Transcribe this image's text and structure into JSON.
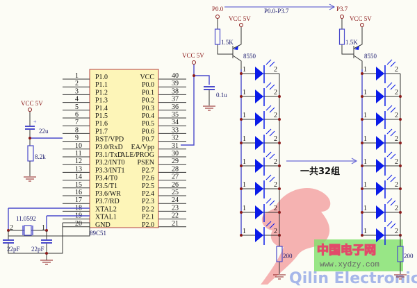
{
  "chip": {
    "name": "89C51",
    "left_pins": [
      {
        "num": "1",
        "label": "P1.0"
      },
      {
        "num": "2",
        "label": "P1.1"
      },
      {
        "num": "3",
        "label": "P1.2"
      },
      {
        "num": "4",
        "label": "P1.3"
      },
      {
        "num": "5",
        "label": "P1.4"
      },
      {
        "num": "6",
        "label": "P1.5"
      },
      {
        "num": "7",
        "label": "P1.6"
      },
      {
        "num": "8",
        "label": "P1.7"
      },
      {
        "num": "9",
        "label": "RST/VPD"
      },
      {
        "num": "10",
        "label": "P3.0/RxD"
      },
      {
        "num": "11",
        "label": "P3.1/TxD"
      },
      {
        "num": "12",
        "label": "P3.2/INT0"
      },
      {
        "num": "13",
        "label": "P3.3/INT1"
      },
      {
        "num": "14",
        "label": "P3.4/T0"
      },
      {
        "num": "15",
        "label": "P3.5/T1"
      },
      {
        "num": "16",
        "label": "P3.6/WR"
      },
      {
        "num": "17",
        "label": "P3.7/RD"
      },
      {
        "num": "18",
        "label": "XTAL2"
      },
      {
        "num": "19",
        "label": "XTAL1"
      },
      {
        "num": "20",
        "label": "GND"
      }
    ],
    "right_pins": [
      {
        "num": "40",
        "label": "VCC"
      },
      {
        "num": "39",
        "label": "P0.0"
      },
      {
        "num": "38",
        "label": "P0.1"
      },
      {
        "num": "37",
        "label": "P0.2"
      },
      {
        "num": "36",
        "label": "P0.3"
      },
      {
        "num": "35",
        "label": "P0.4"
      },
      {
        "num": "34",
        "label": "P0.5"
      },
      {
        "num": "33",
        "label": "P0.6"
      },
      {
        "num": "32",
        "label": "P0.7"
      },
      {
        "num": "31",
        "label": "EA/Vpp"
      },
      {
        "num": "30",
        "label": "ALE/PROG"
      },
      {
        "num": "29",
        "label": "PSEN"
      },
      {
        "num": "28",
        "label": "P2.7"
      },
      {
        "num": "27",
        "label": "P2.6"
      },
      {
        "num": "26",
        "label": "P2.5"
      },
      {
        "num": "25",
        "label": "P2.4"
      },
      {
        "num": "24",
        "label": "P2.3"
      },
      {
        "num": "23",
        "label": "P2.2"
      },
      {
        "num": "22",
        "label": "P2.1"
      },
      {
        "num": "21",
        "label": "P2.0"
      }
    ]
  },
  "power_label": "VCC 5V",
  "reset": {
    "cap": "22u",
    "res": "8.2k"
  },
  "crystal": {
    "freq": "11.0592",
    "cap_left": "22pF",
    "cap_right": "22pF",
    "pin_left": "2",
    "pin_right": "1"
  },
  "decoupling": {
    "cap": "0.1u"
  },
  "driver_left": {
    "port": "P0.0",
    "resistor": "1.5K",
    "transistor": "8550",
    "load": "200"
  },
  "driver_right": {
    "port": "P3.7",
    "resistor": "1.5K",
    "transistor": "8550",
    "load": "200"
  },
  "bus_label": "P0.0-P3.7",
  "led_pin_a": "1",
  "led_pin_b": "2",
  "led_count_per_group": 8,
  "group_note": "一共32组",
  "watermark": {
    "cn": "中国电子网",
    "url": "www.xydzy.com",
    "en": "Qilin Electronics"
  }
}
